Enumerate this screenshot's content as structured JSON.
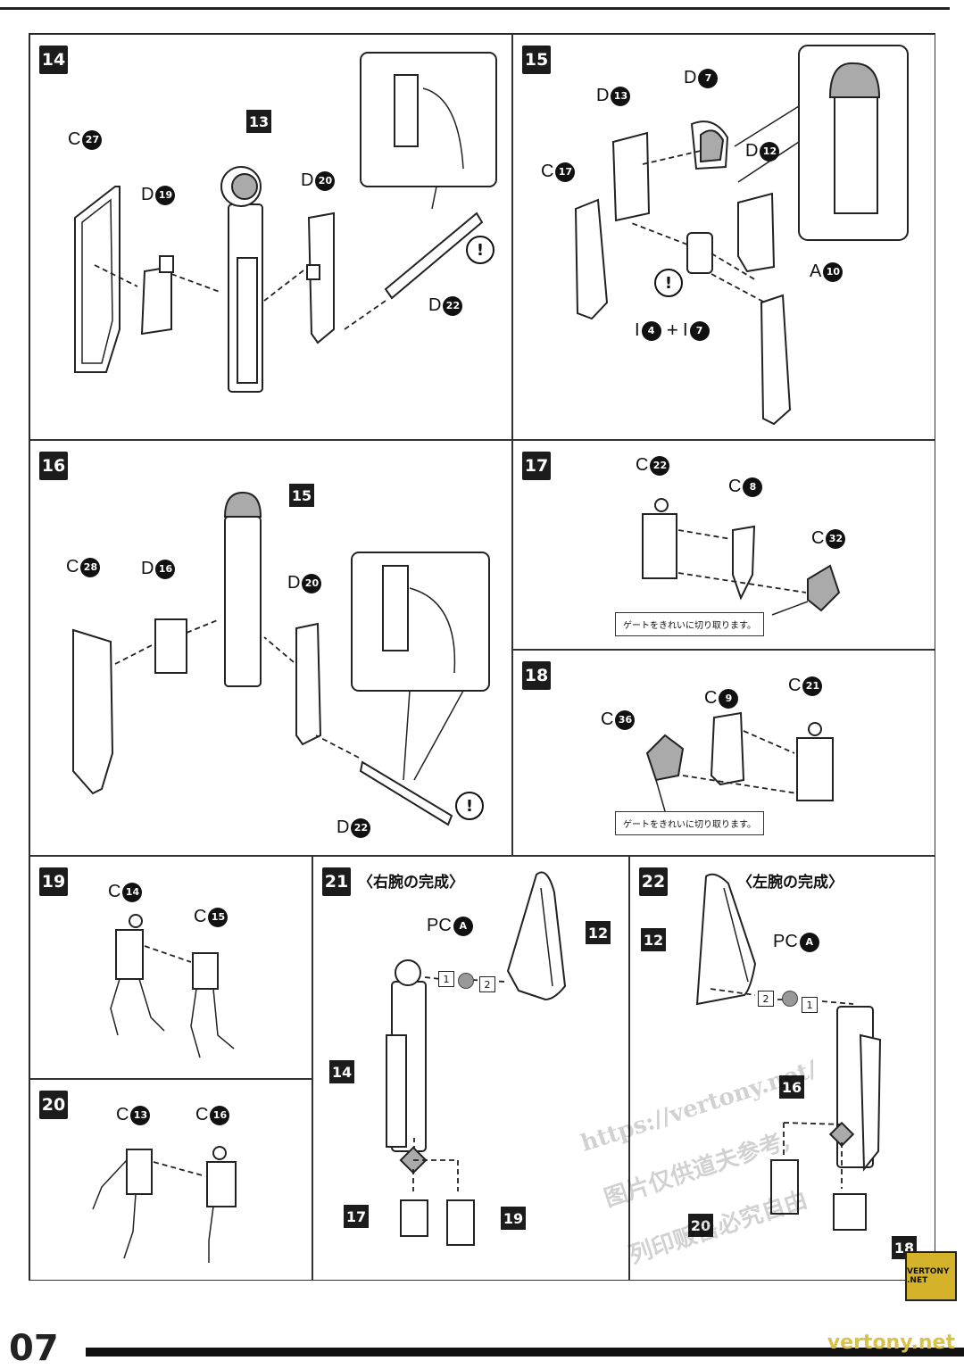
{
  "page_number": "07",
  "footer_watermark": "vertony.net",
  "logo_text": "VERTONY .NET",
  "watermark_lines": [
    "https://vertony.net/",
    "图片仅供道夫参考,",
    "列印贩售必究自由"
  ],
  "steps": {
    "s14": {
      "number": "14",
      "labels": [
        {
          "letter": "C",
          "num": "27"
        },
        {
          "letter": "D",
          "num": "19"
        },
        {
          "letter": "",
          "num": "13"
        },
        {
          "letter": "D",
          "num": "20"
        },
        {
          "letter": "D",
          "num": "22"
        }
      ]
    },
    "s15": {
      "number": "15",
      "labels": [
        {
          "letter": "D",
          "num": "13"
        },
        {
          "letter": "D",
          "num": "7"
        },
        {
          "letter": "C",
          "num": "17"
        },
        {
          "letter": "D",
          "num": "12"
        },
        {
          "letter": "A",
          "num": "10"
        },
        {
          "letter": "I",
          "num": "4"
        },
        {
          "letter": "I",
          "num": "7"
        }
      ],
      "plus": "+"
    },
    "s16": {
      "number": "16",
      "labels": [
        {
          "letter": "",
          "num": "15"
        },
        {
          "letter": "C",
          "num": "28"
        },
        {
          "letter": "D",
          "num": "16"
        },
        {
          "letter": "D",
          "num": "20"
        },
        {
          "letter": "D",
          "num": "22"
        }
      ]
    },
    "s17": {
      "number": "17",
      "labels": [
        {
          "letter": "C",
          "num": "22"
        },
        {
          "letter": "C",
          "num": "8"
        },
        {
          "letter": "C",
          "num": "32"
        }
      ],
      "note": "ゲートをきれいに切り取ります。"
    },
    "s18": {
      "number": "18",
      "labels": [
        {
          "letter": "C",
          "num": "9"
        },
        {
          "letter": "C",
          "num": "21"
        },
        {
          "letter": "C",
          "num": "36"
        }
      ],
      "note": "ゲートをきれいに切り取ります。"
    },
    "s19": {
      "number": "19",
      "labels": [
        {
          "letter": "C",
          "num": "14"
        },
        {
          "letter": "C",
          "num": "15"
        }
      ]
    },
    "s20": {
      "number": "20",
      "labels": [
        {
          "letter": "C",
          "num": "13"
        },
        {
          "letter": "C",
          "num": "16"
        }
      ]
    },
    "s21": {
      "number": "21",
      "title": "〈右腕の完成〉",
      "pc_label": {
        "letter": "PC",
        "num": "A"
      },
      "refs": [
        "12",
        "14",
        "17",
        "19"
      ],
      "order": [
        "1",
        "2"
      ]
    },
    "s22": {
      "number": "22",
      "title": "〈左腕の完成〉",
      "pc_label": {
        "letter": "PC",
        "num": "A"
      },
      "refs": [
        "12",
        "16",
        "20",
        "18"
      ],
      "order": [
        "2",
        "1"
      ]
    }
  }
}
